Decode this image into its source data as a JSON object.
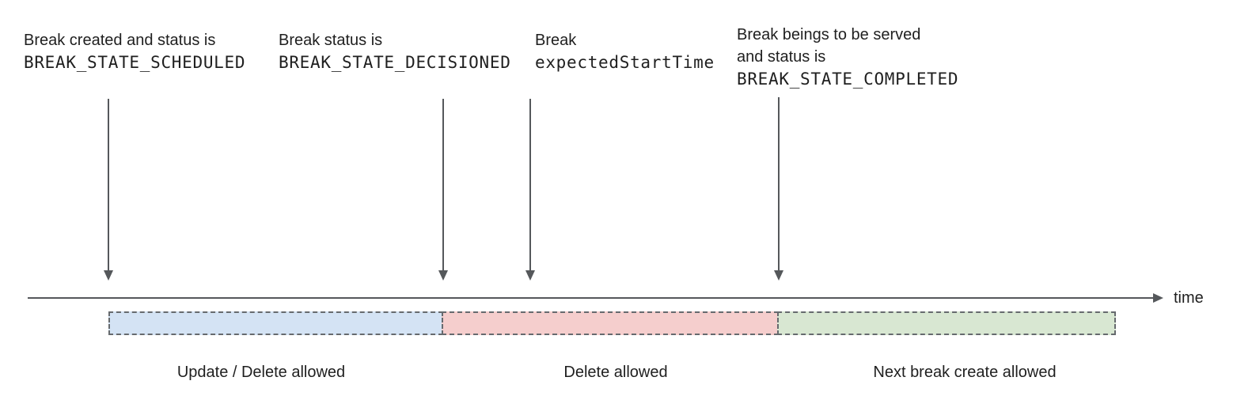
{
  "annotations": [
    {
      "line1": "Break created and status is",
      "code": "BREAK_STATE_SCHEDULED"
    },
    {
      "line1": "Break status is",
      "code": "BREAK_STATE_DECISIONED"
    },
    {
      "line1": "Break",
      "code": "expectedStartTime"
    },
    {
      "line1": "Break beings to be served",
      "line2": "and status is",
      "code": "BREAK_STATE_COMPLETED"
    }
  ],
  "timeline": {
    "axis_label": "time"
  },
  "segments": [
    {
      "label": "Update / Delete allowed",
      "color": "#d4e3f4"
    },
    {
      "label": "Delete allowed",
      "color": "#f5cecd"
    },
    {
      "label": "Next break create allowed",
      "color": "#d8e7d2"
    }
  ],
  "colors": {
    "arrow": "#55585b",
    "dashed_border": "#666a6e",
    "text": "#1f1f1f"
  }
}
